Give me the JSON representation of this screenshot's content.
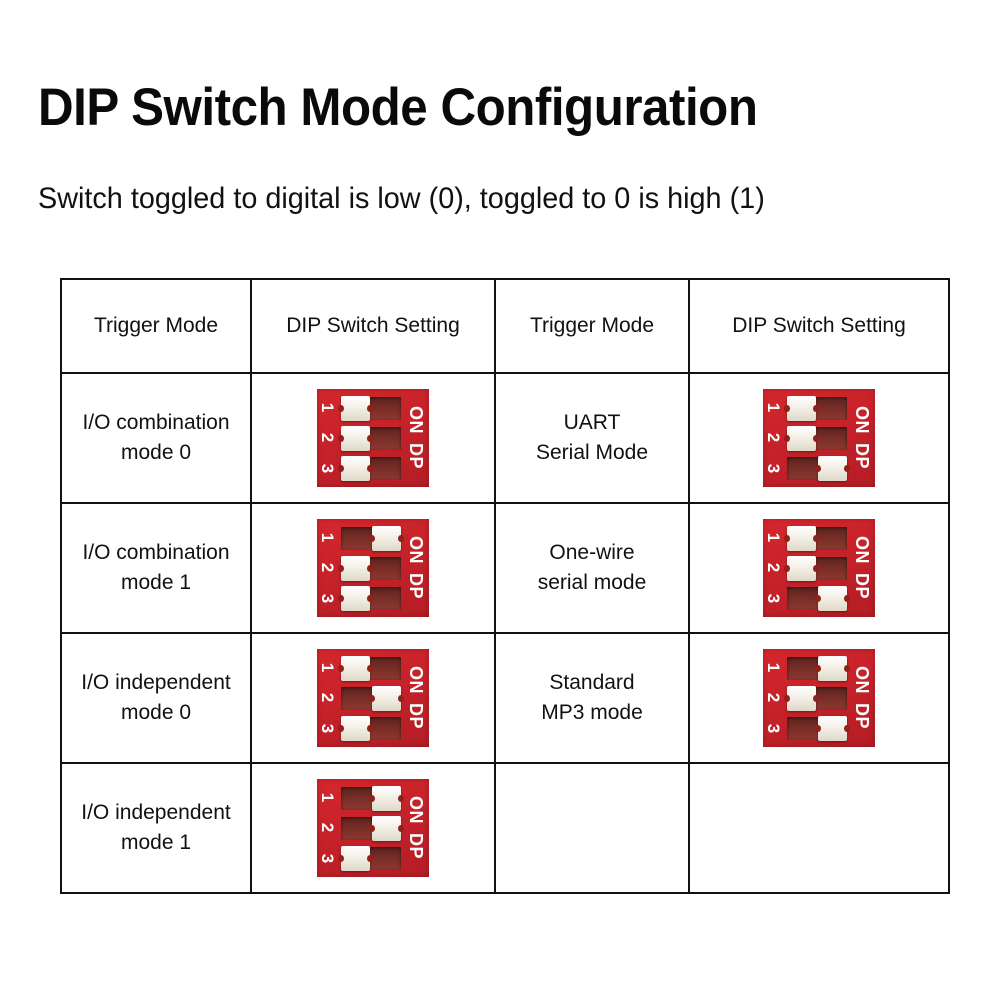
{
  "header": {
    "title": "DIP Switch Mode Configuration",
    "subtitle": "Switch toggled to digital is low (0), toggled to 0 is high (1)"
  },
  "table": {
    "columns": [
      {
        "key": "mode_left",
        "label": "Trigger Mode"
      },
      {
        "key": "switch_left",
        "label": "DIP Switch Setting"
      },
      {
        "key": "mode_right",
        "label": "Trigger Mode"
      },
      {
        "key": "switch_right",
        "label": "DIP Switch Setting"
      }
    ],
    "dip_labels": {
      "numbers": [
        "1",
        "2",
        "3"
      ],
      "on": "ON",
      "dp": "DP"
    },
    "rows": [
      {
        "left": {
          "mode_line1": "I/O combination",
          "mode_line2": "mode 0",
          "switches": [
            "left",
            "left",
            "left"
          ]
        },
        "right": {
          "mode_line1": "UART",
          "mode_line2": "Serial Mode",
          "switches": [
            "left",
            "left",
            "right"
          ]
        }
      },
      {
        "left": {
          "mode_line1": "I/O combination",
          "mode_line2": "mode 1",
          "switches": [
            "right",
            "left",
            "left"
          ]
        },
        "right": {
          "mode_line1": "One-wire",
          "mode_line2": "serial mode",
          "switches": [
            "left",
            "left",
            "right"
          ]
        }
      },
      {
        "left": {
          "mode_line1": "I/O independent",
          "mode_line2": "mode 0",
          "switches": [
            "left",
            "right",
            "left"
          ]
        },
        "right": {
          "mode_line1": "Standard",
          "mode_line2": "MP3 mode",
          "switches": [
            "right",
            "left",
            "right"
          ]
        }
      },
      {
        "left": {
          "mode_line1": "I/O independent",
          "mode_line2": "mode 1",
          "switches": [
            "right",
            "right",
            "left"
          ]
        },
        "right": {
          "mode_line1": "",
          "mode_line2": "",
          "switches": null
        }
      }
    ]
  },
  "colors": {
    "dip_body_red": "#c6222a",
    "dip_toggle_white": "#f2efe6",
    "dip_slot_dark": "#6d2a25",
    "border": "#121212",
    "text": "#111111",
    "background": "#ffffff"
  }
}
